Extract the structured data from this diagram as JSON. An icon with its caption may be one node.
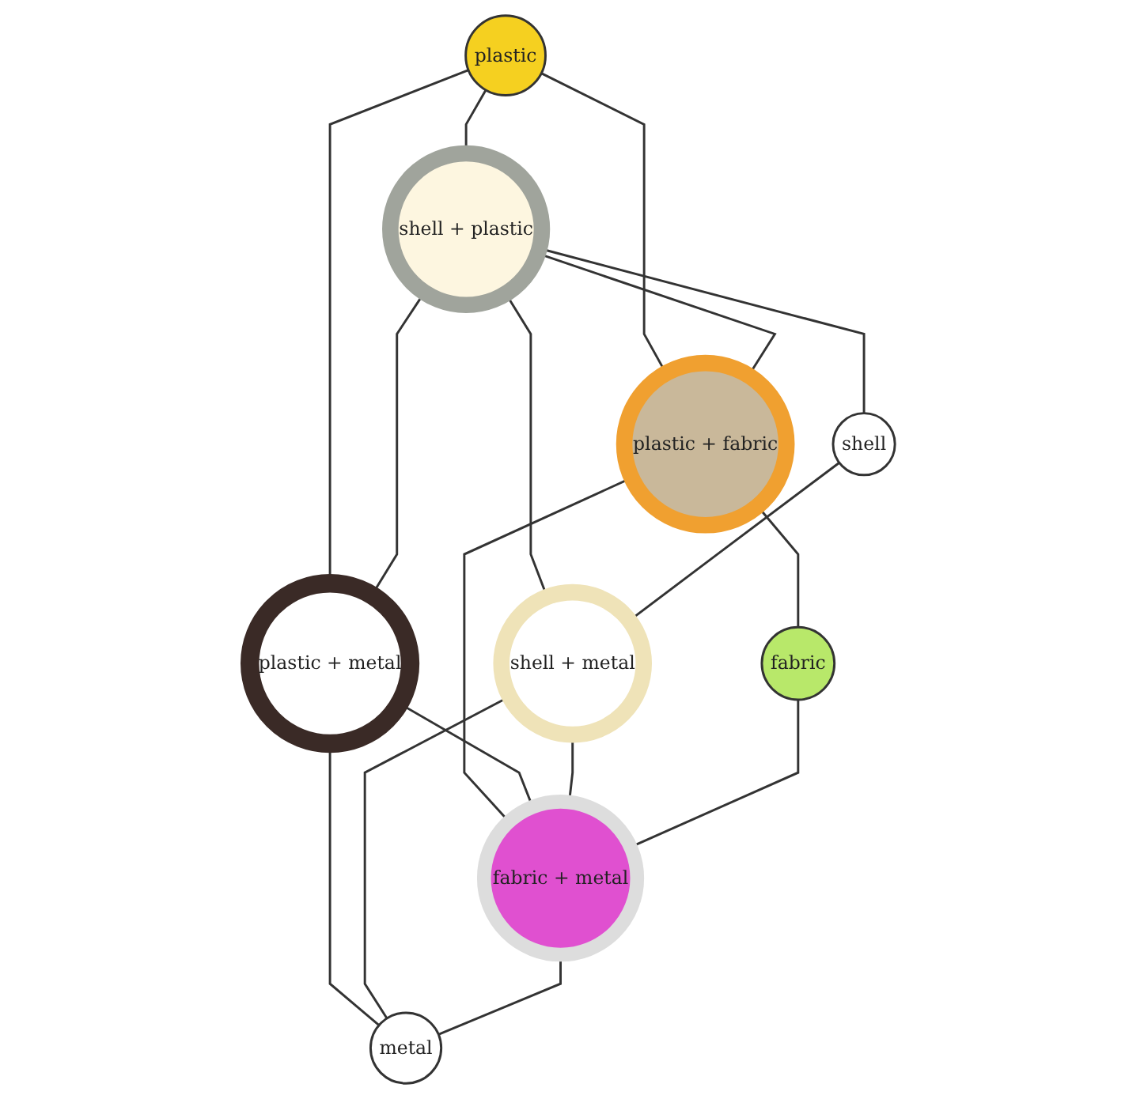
{
  "diagram": {
    "nodes": [
      {
        "text": [
          "plastic"
        ]
      },
      {
        "text": [
          "shell + plastic"
        ]
      },
      {
        "text": [
          "shell"
        ]
      },
      {
        "text": [
          "plastic + fabric"
        ]
      },
      {
        "text": [
          "plastic + metal"
        ]
      },
      {
        "text": [
          "shell + metal"
        ]
      },
      {
        "text": [
          "fabric"
        ]
      },
      {
        "text": [
          "fabric + metal"
        ]
      },
      {
        "text": [
          "metal"
        ]
      }
    ],
    "edges": [
      {
        "from": 0,
        "to": 1,
        "arrow": "none"
      },
      {
        "from": 1,
        "to": 2,
        "arrow": "none"
      },
      {
        "from": 0,
        "to": 3,
        "arrow": "none"
      },
      {
        "from": 0,
        "to": 4,
        "arrow": "none"
      },
      {
        "from": 1,
        "to": 3,
        "arrow": "none"
      },
      {
        "from": 1,
        "to": 4,
        "arrow": "none"
      },
      {
        "from": 1,
        "to": 5,
        "arrow": "none"
      },
      {
        "from": 2,
        "to": 5,
        "arrow": "none"
      },
      {
        "from": 3,
        "to": 6,
        "arrow": "none"
      },
      {
        "from": 3,
        "to": 7,
        "arrow": "none"
      },
      {
        "from": 4,
        "to": 7,
        "arrow": "none"
      },
      {
        "from": 4,
        "to": 8,
        "arrow": "none"
      },
      {
        "from": 5,
        "to": 7,
        "arrow": "none"
      },
      {
        "from": 5,
        "to": 8,
        "arrow": "none"
      },
      {
        "from": 6,
        "to": 7,
        "arrow": "none"
      },
      {
        "from": 7,
        "to": 8,
        "arrow": "none"
      }
    ]
  }
}
